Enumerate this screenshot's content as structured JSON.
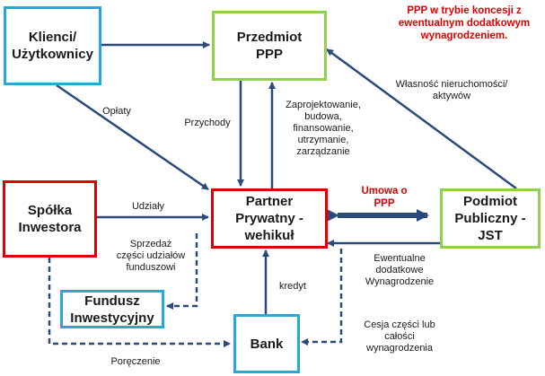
{
  "colors": {
    "blue_border": "#2aa6d9",
    "green_border": "#92d050",
    "red_border": "#e00000",
    "arrow": "#2b4a7a",
    "note_red": "#e00000"
  },
  "boxes": {
    "klienci": "Klienci/\nUżytkownicy",
    "przedmiot": "Przedmiot\nPPP",
    "spolka": "Spółka\nInwestora",
    "partner": "Partner\nPrywatny -\nwehikuł",
    "podmiot": "Podmiot\nPubliczny -\nJST",
    "fundusz": "Fundusz\nInwestycyjny",
    "bank": "Bank"
  },
  "note": "PPP w trybie koncesji  z\newentualnym dodatkowym\nwynagrodzeniem.",
  "labels": {
    "oplaty": "Opłaty",
    "przychody": "Przychody",
    "zaprojektowanie": "Zaprojektowanie,\nbudowa,\nfinansowanie,\nutrzymanie,\nzarządzanie",
    "wlasnosc": "Własność nieruchomości/\naktywów",
    "udzialy": "Udziały",
    "umowa": "Umowa o\nPPP",
    "sprzedaz": "Sprzedaż\nczęści udziałów\nfunduszowi",
    "ewentualne": "Ewentualne\ndodatkowe\nWynagrodzenie",
    "kredyt": "kredyt",
    "cesja": "Cesja części lub\ncałości\nwynagrodzenia",
    "poreczenie": "Poręczenie"
  }
}
